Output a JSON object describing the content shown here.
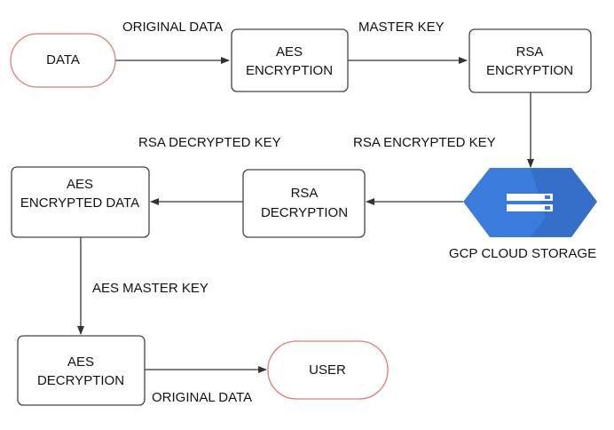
{
  "nodes": {
    "data": {
      "label": "DATA"
    },
    "aes_encryption": {
      "line1": "AES",
      "line2": "ENCRYPTION"
    },
    "rsa_encryption": {
      "line1": "RSA",
      "line2": "ENCRYPTION"
    },
    "gcp_storage": {
      "label": "GCP CLOUD STORAGE"
    },
    "rsa_decryption": {
      "line1": "RSA",
      "line2": "DECRYPTION"
    },
    "aes_encrypted_data": {
      "line1": "AES",
      "line2": "ENCRYPTED DATA"
    },
    "aes_decryption": {
      "line1": "AES",
      "line2": "DECRYPTION"
    },
    "user": {
      "label": "USER"
    }
  },
  "edge_labels": {
    "original_data_top": "ORIGINAL DATA",
    "master_key": "MASTER KEY",
    "rsa_encrypted_key": "RSA ENCRYPTED KEY",
    "rsa_decrypted_key": "RSA DECRYPTED KEY",
    "aes_master_key": "AES MASTER KEY",
    "original_data_bottom": "ORIGINAL DATA"
  },
  "colors": {
    "terminal_stroke": "#e07a7a",
    "process_stroke": "#444444",
    "arrow": "#333333",
    "gcp_blue": "#3b7bdc",
    "gcp_blue_dark": "#2f62b4"
  },
  "icons": {
    "gcp": "gcp-cloud-storage-icon"
  }
}
